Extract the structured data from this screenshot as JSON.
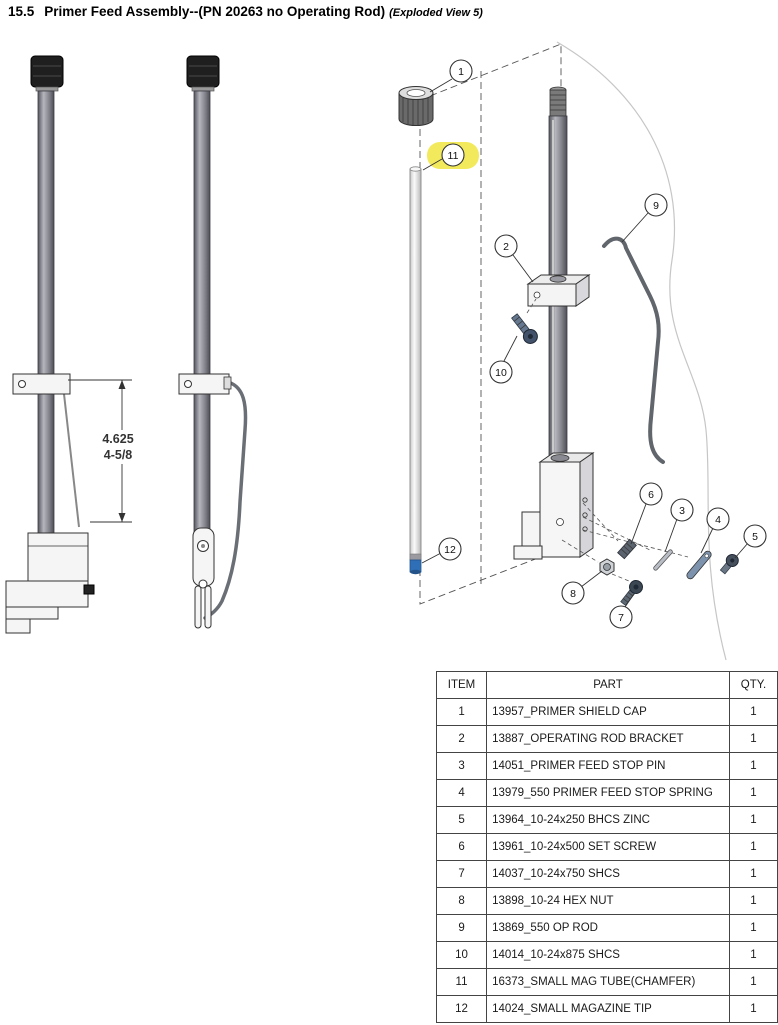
{
  "header": {
    "section": "15.5",
    "title": "Primer Feed Assembly--(PN 20263 no Operating Rod)",
    "view_note": "(Exploded View 5)"
  },
  "drawing": {
    "dimension": {
      "decimal": "4.625",
      "fraction": "4-5/8"
    },
    "balloon_labels": [
      "1",
      "2",
      "3",
      "4",
      "5",
      "6",
      "7",
      "8",
      "9",
      "10",
      "11",
      "12"
    ],
    "highlighted_balloon": "11",
    "highlight_color": "#f2ea5c",
    "magazine_tip_color": "#2f6fb8"
  },
  "parts_table": {
    "headers": [
      "ITEM",
      "PART",
      "QTY."
    ],
    "rows": [
      [
        "1",
        "13957_PRIMER SHIELD CAP",
        "1"
      ],
      [
        "2",
        "13887_OPERATING ROD BRACKET",
        "1"
      ],
      [
        "3",
        "14051_PRIMER FEED STOP PIN",
        "1"
      ],
      [
        "4",
        "13979_550 PRIMER FEED STOP SPRING",
        "1"
      ],
      [
        "5",
        "13964_10-24x250 BHCS ZINC",
        "1"
      ],
      [
        "6",
        "13961_10-24x500 SET SCREW",
        "1"
      ],
      [
        "7",
        "14037_10-24x750 SHCS",
        "1"
      ],
      [
        "8",
        "13898_10-24 HEX NUT",
        "1"
      ],
      [
        "9",
        "13869_550 OP ROD",
        "1"
      ],
      [
        "10",
        "14014_10-24x875 SHCS",
        "1"
      ],
      [
        "11",
        "16373_SMALL MAG TUBE(CHAMFER)",
        "1"
      ],
      [
        "12",
        "14024_SMALL MAGAZINE TIP",
        "1"
      ]
    ]
  }
}
